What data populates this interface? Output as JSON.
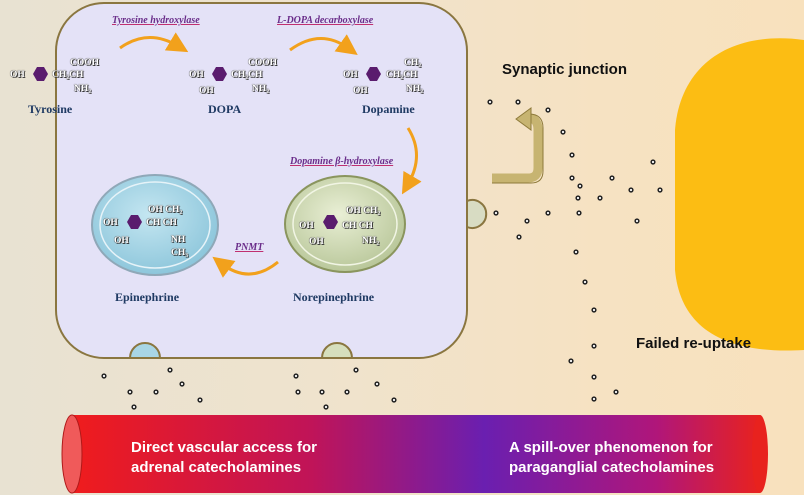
{
  "labels": {
    "synaptic_junction": "Synaptic junction",
    "failed_reuptake": "Failed re-uptake"
  },
  "enzymes": {
    "tyrosine_hydroxylase": "Tyrosine hydroxylase",
    "ldopa_decarboxylase": "L-DOPA decarboxylase",
    "dopamine_beta_hydroxylase": "Dopamine β-hydroxylase",
    "pnmt": "PNMT"
  },
  "molecules": {
    "tyrosine": {
      "name": "Tyrosine",
      "oh": "OH",
      "chain": "CH₂CH",
      "top": "COOH",
      "bottom": "NH₂"
    },
    "dopa": {
      "name": "DOPA",
      "oh": "OH",
      "oh2": "OH",
      "chain": "CH₂CH",
      "top": "COOH",
      "bottom": "NH₂"
    },
    "dopamine": {
      "name": "Dopamine",
      "oh": "OH",
      "oh2": "OH",
      "chain": "CH₂CH",
      "top": "CH₂",
      "bottom": "NH₂"
    },
    "epinephrine": {
      "name": "Epinephrine",
      "oh": "OH",
      "oh2": "OH",
      "chain": "CH CH",
      "top": "OH CH₂",
      "mid": "NH",
      "bottom": "CH₃"
    },
    "norepinephrine": {
      "name": "Norepinephrine",
      "oh": "OH",
      "oh2": "OH",
      "chain": "CH CH",
      "top": "OH CH₂",
      "bottom": "NH₂"
    }
  },
  "vessel": {
    "left_line1": "Direct vascular access for",
    "left_line2": "adrenal catecholamines",
    "right_line1": "A spill-over phenomenon for",
    "right_line2": "paraganglial catecholamines"
  },
  "colors": {
    "cell_fill": "#e4e2f7",
    "cell_border": "#8a7640",
    "postsynaptic": "#fcbd13",
    "vesicle_epi": "#a8d6e6",
    "vesicle_norepi": "#d6dfbd",
    "hexagon": "#5a1c6e",
    "arrow": "#f4a21a",
    "vessel_red": "#ef1d1d",
    "vessel_purple": "#6a23a8"
  }
}
